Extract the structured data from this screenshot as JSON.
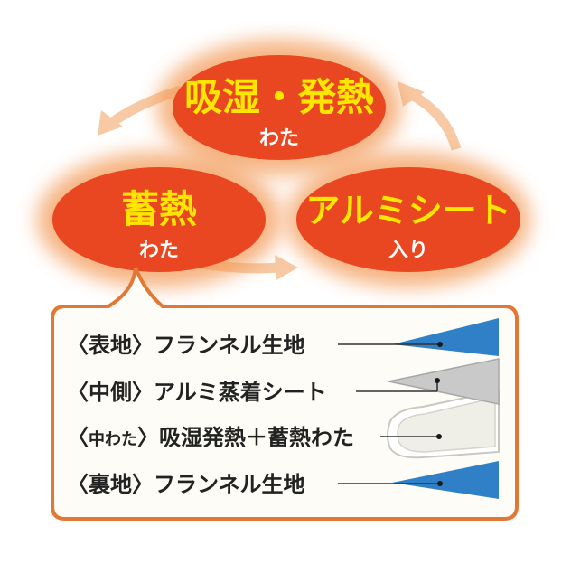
{
  "colors": {
    "oval_fill": "#e84722",
    "oval_glow": "#f39a56",
    "main_text": "#ffe600",
    "sub_text": "#ffffff",
    "arrow": "#f7c9a4",
    "panel_border": "#e27835",
    "panel_fill": "#fdfcf6",
    "flannel": "#2f80c6",
    "aluminum": "#c9c9c9",
    "wadding": "#eeeee8"
  },
  "cycle": {
    "top": {
      "main": "吸湿・発熱",
      "sub": "わた"
    },
    "left": {
      "main": "蓄熱",
      "sub": "わた"
    },
    "right": {
      "main": "アルミシート",
      "sub": "入り"
    }
  },
  "layers": [
    {
      "position": "表地",
      "material": "フランネル生地",
      "color": "flannel"
    },
    {
      "position": "中側",
      "material": "アルミ蒸着シート",
      "color": "aluminum"
    },
    {
      "position": "中わた",
      "material": "吸湿発熱＋蓄熱わた",
      "color": "wadding"
    },
    {
      "position": "裏地",
      "material": "フランネル生地",
      "color": "flannel"
    }
  ]
}
